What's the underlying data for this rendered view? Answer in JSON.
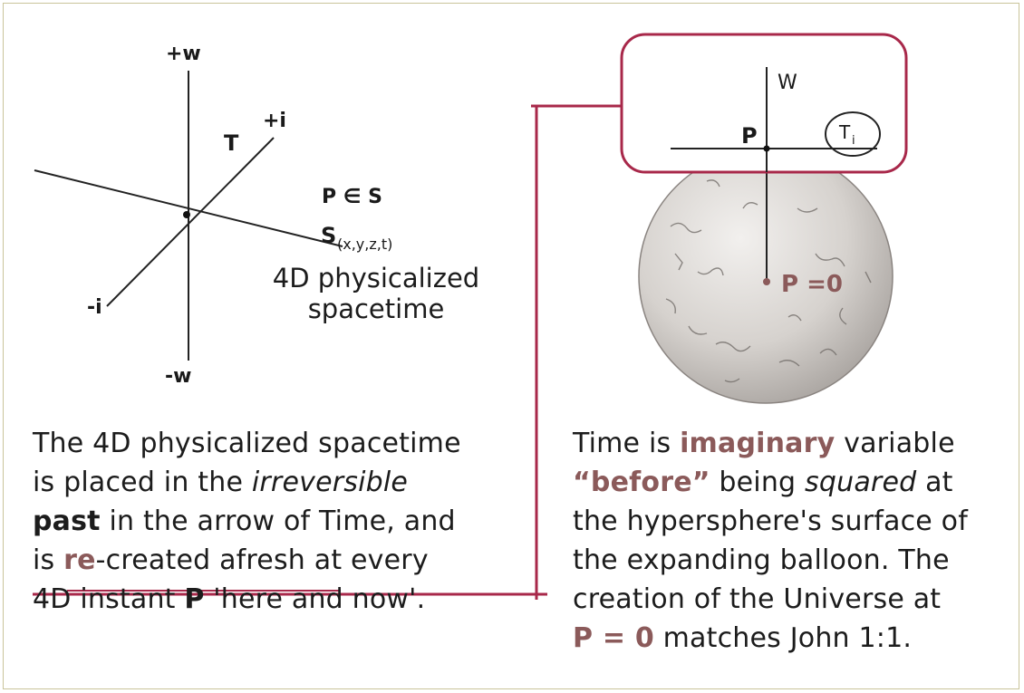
{
  "left_diagram": {
    "axis_plus_w": "+w",
    "axis_minus_w": "-w",
    "axis_plus_i": "+i",
    "axis_minus_i": "-i",
    "axis_T": "T",
    "set_relation": "P ∈ S",
    "s_label": "S",
    "s_subscript": "(x,y,z,t)",
    "caption_line1": "4D physicalized",
    "caption_line2": "spacetime"
  },
  "right_diagram": {
    "axis_w": "W",
    "point_P": "P",
    "time_T": "T",
    "time_sub": "i",
    "center_label": "P =0"
  },
  "left_text": {
    "l1": "The 4D physicalized spacetime",
    "l2a": "is placed in the ",
    "l2b": "irreversible",
    "l3a": "past",
    "l3b": " in the arrow of Time, and",
    "l4a": "is ",
    "l4b": "re",
    "l4c": "-created afresh at every",
    "l5a": "4D instant ",
    "l5b": "P",
    "l5c": " 'here and now'."
  },
  "right_text": {
    "l1a": "Time is ",
    "l1b": "imaginary",
    "l1c": " variable",
    "l2a": "“before”",
    "l2b": " being ",
    "l2c": "squared",
    "l2d": " at",
    "l3": "the hypersphere's surface of",
    "l4": "the expanding balloon. The",
    "l5": "creation of the Universe at",
    "l6a": "P = 0",
    "l6b": " matches John 1:1."
  },
  "colors": {
    "connector": "#a8284a",
    "accent_text": "#8b5a5a",
    "sphere": "#d8d4d0"
  }
}
